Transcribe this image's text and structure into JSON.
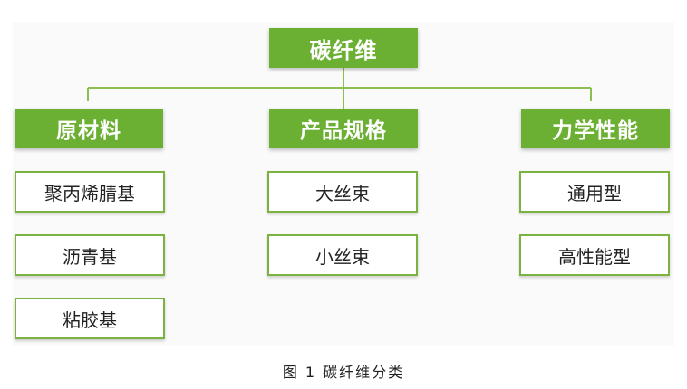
{
  "diagram": {
    "root": "碳纤维",
    "categories": [
      {
        "label": "原材料",
        "items": [
          "聚丙烯腈基",
          "沥青基",
          "粘胶基"
        ]
      },
      {
        "label": "产品规格",
        "items": [
          "大丝束",
          "小丝束"
        ]
      },
      {
        "label": "力学性能",
        "items": [
          "通用型",
          "高性能型"
        ]
      }
    ],
    "colors": {
      "accent": "#6cb033",
      "border": "#7ab340",
      "text_on_accent": "#ffffff"
    }
  },
  "caption": "图 1  碳纤维分类"
}
